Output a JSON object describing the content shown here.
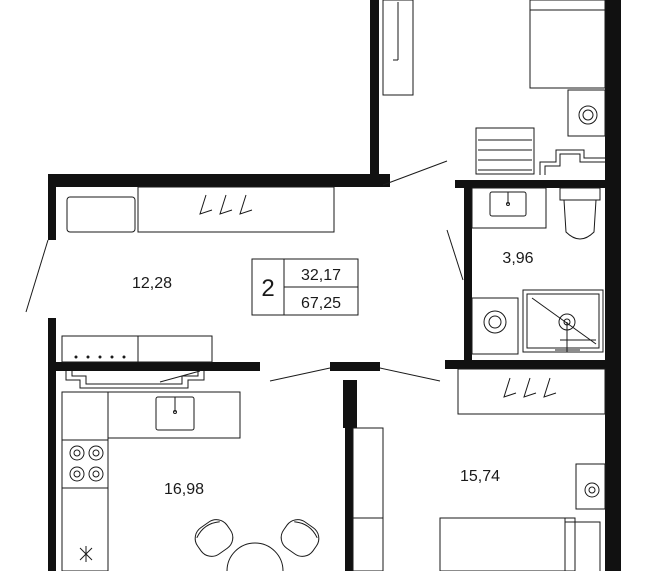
{
  "rooms": {
    "hall_area": "12,28",
    "bath_area": "3,96",
    "kitchen_area": "16,98",
    "bedroom_area": "15,74"
  },
  "summary": {
    "room_count": "2",
    "living_area": "32,17",
    "total_area": "67,25"
  },
  "colors": {
    "wall": "#111111",
    "line": "#1a1a1a",
    "background": "#ffffff"
  }
}
